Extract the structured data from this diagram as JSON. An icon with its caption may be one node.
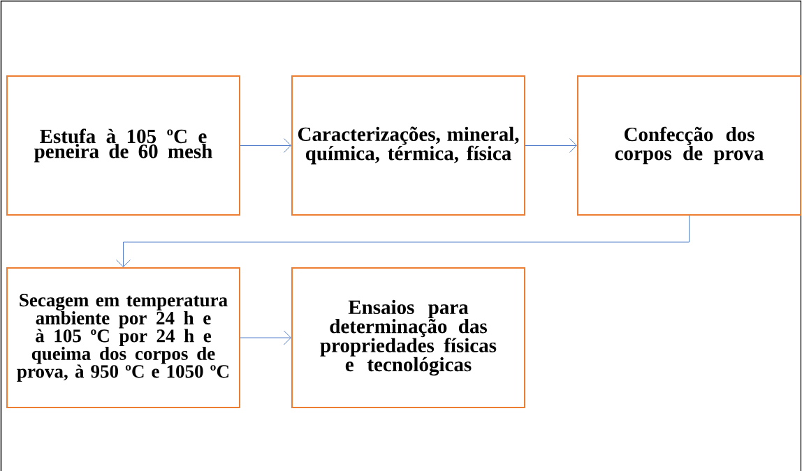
{
  "diagram": {
    "nodes": [
      {
        "text": [
          "Estufa à 105 ºC e peneira de 60 mesh"
        ]
      },
      {
        "text": [
          "Caracterizações, mineral, química, térmica, física"
        ]
      },
      {
        "text": [
          "Confecção dos corpos de prova"
        ]
      },
      {
        "text": [
          "Secagem em temperatura ambiente por 24 h e à 105 ºC por 24 h e queima dos corpos de prova, à 950 ºC e 1050 ºC"
        ]
      },
      {
        "text": [
          "Ensaios para determinação das propriedades físicas e tecnológicas"
        ]
      }
    ],
    "edges": [
      {
        "from": 0,
        "to": 1,
        "arrow": "to"
      },
      {
        "from": 1,
        "to": 2,
        "arrow": "to"
      },
      {
        "from": 2,
        "to": 3,
        "arrow": "to"
      },
      {
        "from": 3,
        "to": 4,
        "arrow": "to"
      }
    ]
  }
}
